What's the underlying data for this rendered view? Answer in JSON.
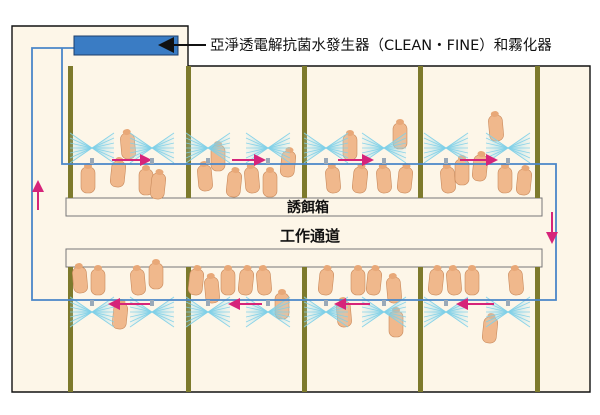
{
  "labels": {
    "generator": "亞淨透電解抗菌水發生器（CLEAN・FINE）和霧化器",
    "feeder": "誘餌箱",
    "aisle": "工作通道"
  },
  "colors": {
    "background": "#ffffff",
    "barn_floor": "#fdf6e8",
    "feeder_fill": "#fdf6e8",
    "outline": "#111111",
    "partition": "#7d7a2c",
    "pipe": "#4a86c8",
    "generator": "#3a7cc4",
    "flow_arrow": "#d6247a",
    "mist": "#7fd0e8",
    "pig": "#f0b88c"
  },
  "icons": [
    "generator-box",
    "pipe-line",
    "flow-arrow",
    "mist-nozzle",
    "pig",
    "pen-partition"
  ]
}
